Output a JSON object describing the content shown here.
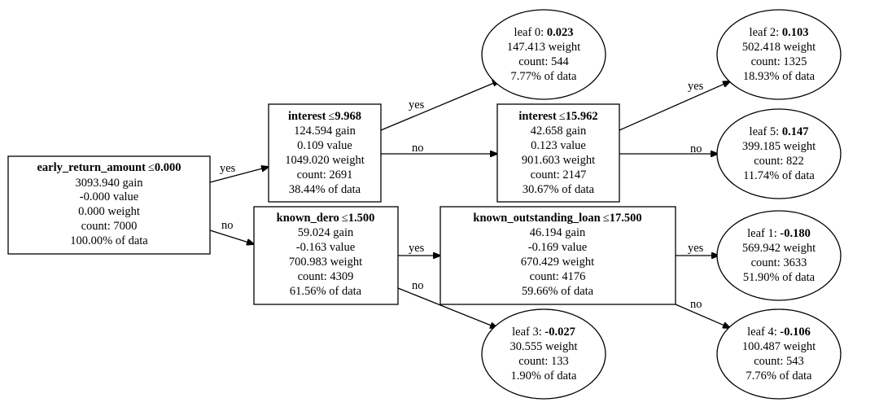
{
  "nodes": {
    "root": {
      "split_feature": "early_return_amount",
      "op": "≤",
      "threshold": "0.000",
      "lines": [
        "3093.940 gain",
        "-0.000 value",
        "0.000 weight",
        "count: 7000",
        "100.00% of data"
      ]
    },
    "interest_1": {
      "split_feature": "interest",
      "op": "≤",
      "threshold": "9.968",
      "lines": [
        "124.594 gain",
        "0.109 value",
        "1049.020 weight",
        "count: 2691",
        "38.44% of data"
      ]
    },
    "interest_2": {
      "split_feature": "interest",
      "op": "≤",
      "threshold": "15.962",
      "lines": [
        "42.658 gain",
        "0.123 value",
        "901.603 weight",
        "count: 2147",
        "30.67% of data"
      ]
    },
    "known_dero": {
      "split_feature": "known_dero",
      "op": "≤",
      "threshold": "1.500",
      "lines": [
        "59.024 gain",
        "-0.163 value",
        "700.983 weight",
        "count: 4309",
        "61.56% of data"
      ]
    },
    "known_outstanding_loan": {
      "split_feature": "known_outstanding_loan",
      "op": "≤",
      "threshold": "17.500",
      "lines": [
        "46.194 gain",
        "-0.169 value",
        "670.429 weight",
        "count: 4176",
        "59.66% of data"
      ]
    },
    "leaf_0": {
      "label": "leaf 0: ",
      "value": "0.023",
      "lines": [
        "147.413 weight",
        "count: 544",
        "7.77% of data"
      ]
    },
    "leaf_1": {
      "label": "leaf 1: ",
      "value": "-0.180",
      "lines": [
        "569.942 weight",
        "count: 3633",
        "51.90% of data"
      ]
    },
    "leaf_2": {
      "label": "leaf 2: ",
      "value": "0.103",
      "lines": [
        "502.418 weight",
        "count: 1325",
        "18.93% of data"
      ]
    },
    "leaf_3": {
      "label": "leaf 3: ",
      "value": "-0.027",
      "lines": [
        "30.555 weight",
        "count: 133",
        "1.90% of data"
      ]
    },
    "leaf_4": {
      "label": "leaf 4: ",
      "value": "-0.106",
      "lines": [
        "100.487 weight",
        "count: 543",
        "7.76% of data"
      ]
    },
    "leaf_5": {
      "label": "leaf 5: ",
      "value": "0.147",
      "lines": [
        "399.185 weight",
        "count: 822",
        "11.74% of data"
      ]
    }
  },
  "edge_labels": {
    "root_yes": "yes",
    "root_no": "no",
    "interest_1_yes": "yes",
    "interest_1_no": "no",
    "interest_2_yes": "yes",
    "interest_2_no": "no",
    "known_dero_yes": "yes",
    "known_dero_no": "no",
    "kol_yes": "yes",
    "kol_no": "no"
  }
}
